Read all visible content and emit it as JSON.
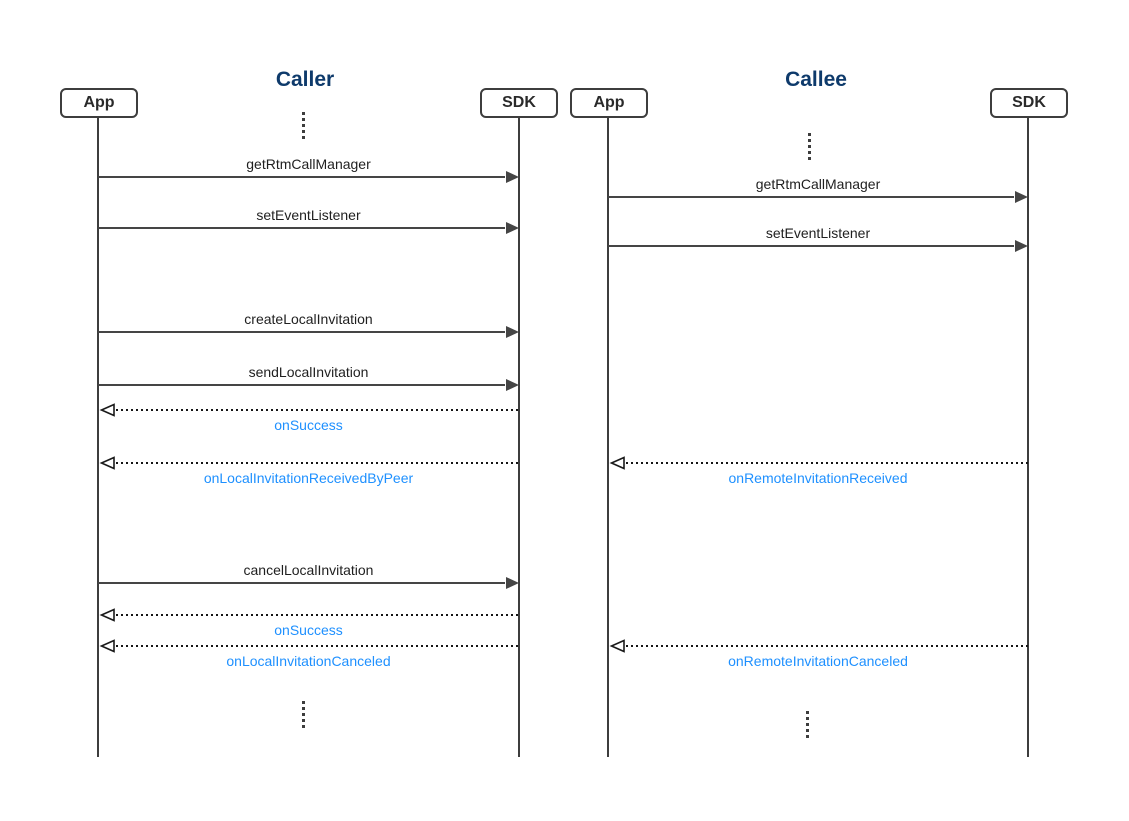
{
  "colors": {
    "title": "#0e3a6b",
    "callback_label": "#1e90ff",
    "line": "#454545",
    "box_border": "#3d3d3d",
    "background": "#ffffff"
  },
  "caller": {
    "title": "Caller",
    "app_label": "App",
    "sdk_label": "SDK",
    "messages": [
      {
        "label": "getRtmCallManager",
        "type": "call",
        "from": "App",
        "to": "SDK"
      },
      {
        "label": "setEventListener",
        "type": "call",
        "from": "App",
        "to": "SDK"
      },
      {
        "label": "createLocalInvitation",
        "type": "call",
        "from": "App",
        "to": "SDK"
      },
      {
        "label": "sendLocalInvitation",
        "type": "call",
        "from": "App",
        "to": "SDK"
      },
      {
        "label": "onSuccess",
        "type": "callback",
        "from": "SDK",
        "to": "App"
      },
      {
        "label": "onLocalInvitationReceivedByPeer",
        "type": "callback",
        "from": "SDK",
        "to": "App"
      },
      {
        "label": "cancelLocalInvitation",
        "type": "call",
        "from": "App",
        "to": "SDK"
      },
      {
        "label": "onSuccess",
        "type": "callback",
        "from": "SDK",
        "to": "App"
      },
      {
        "label": "onLocalInvitationCanceled",
        "type": "callback",
        "from": "SDK",
        "to": "App"
      }
    ]
  },
  "callee": {
    "title": "Callee",
    "app_label": "App",
    "sdk_label": "SDK",
    "messages": [
      {
        "label": "getRtmCallManager",
        "type": "call",
        "from": "App",
        "to": "SDK"
      },
      {
        "label": "setEventListener",
        "type": "call",
        "from": "App",
        "to": "SDK"
      },
      {
        "label": "onRemoteInvitationReceived",
        "type": "callback",
        "from": "SDK",
        "to": "App"
      },
      {
        "label": "onRemoteInvitationCanceled",
        "type": "callback",
        "from": "SDK",
        "to": "App"
      }
    ]
  }
}
